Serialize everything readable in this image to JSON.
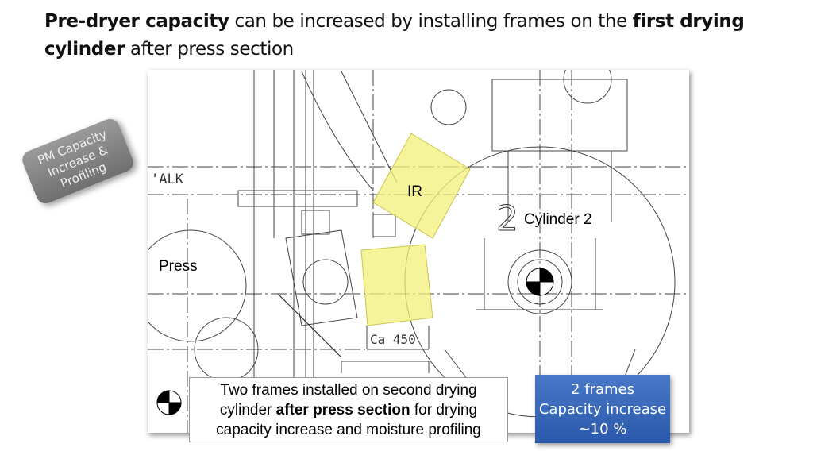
{
  "title": {
    "part1_bold": "Pre-dryer capacity",
    "part2": " can be increased by installing frames on the ",
    "part3_bold": "first drying cylinder",
    "part4": " after press section"
  },
  "badge": {
    "line1": "PM Capacity",
    "line2": "Increase &",
    "line3": "Profiling"
  },
  "drawing": {
    "label_ir": "IR",
    "label_cylinder": "Cylinder 2",
    "label_press": "Press",
    "label_dimension": "Ca 450",
    "label_walk": "'ALK",
    "label_number": "2"
  },
  "note": {
    "line1": "Two frames installed on second drying",
    "line2_a": "cylinder ",
    "line2_bold": "after press section",
    "line2_b": " for drying",
    "line3": "capacity increase and moisture profiling"
  },
  "callout": {
    "line1": "2 frames",
    "line2": "Capacity increase",
    "line3": "~10 %"
  },
  "colors": {
    "highlight": "#f2f07a",
    "callout": "#3a68bb",
    "badge": "#888888"
  }
}
